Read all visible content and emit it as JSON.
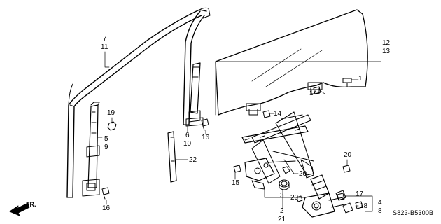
{
  "callouts": {
    "c7": "7",
    "c11": "11",
    "c19": "19",
    "c5": "5",
    "c9": "9",
    "c16a": "16",
    "c6": "6",
    "c10": "10",
    "c16b": "16",
    "c22": "22",
    "c12": "12",
    "c13": "13",
    "c1": "1",
    "c14a": "14",
    "c14b": "14",
    "c20a": "20",
    "c20b": "20",
    "c20c": "20",
    "c15": "15",
    "c3": "3",
    "c2": "2",
    "c21": "21",
    "c17": "17",
    "c18": "18",
    "c4": "4",
    "c8": "8"
  },
  "direction_label": "FR.",
  "diagram_code": "S823-B5300B",
  "colors": {
    "line": "#000000",
    "background": "#ffffff"
  }
}
